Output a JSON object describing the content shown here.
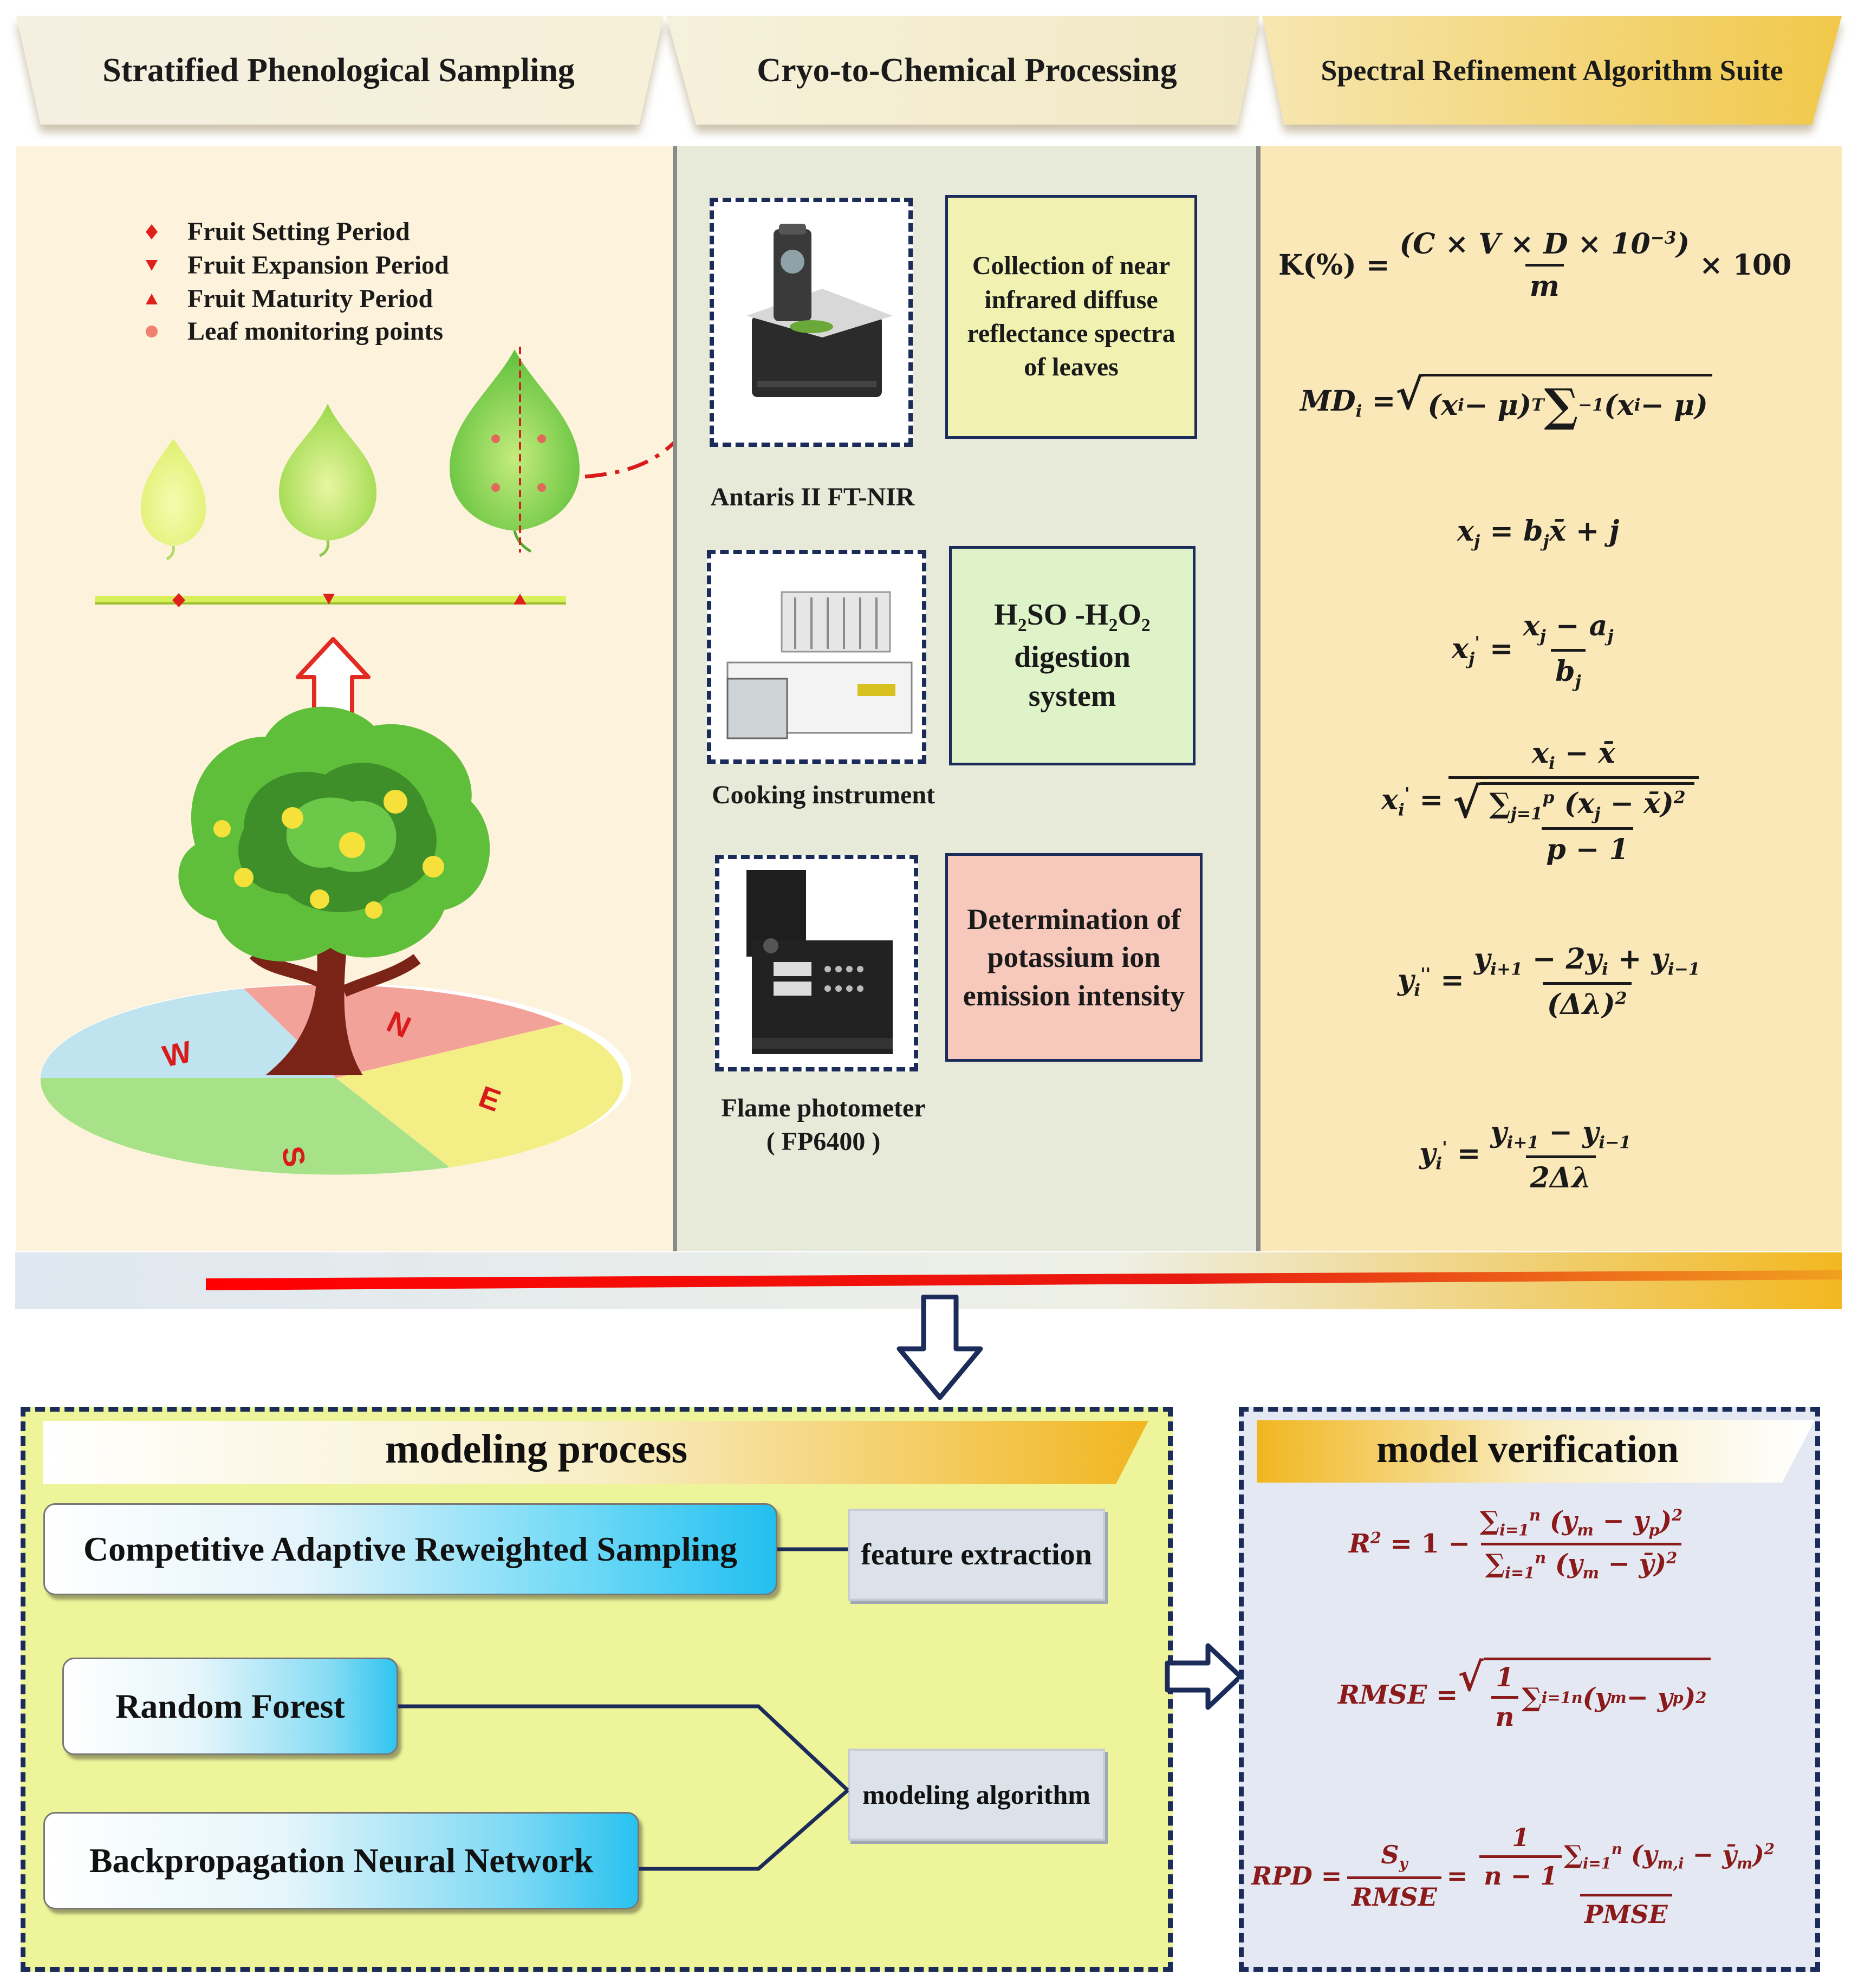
{
  "headers": {
    "sampling": "Stratified Phenological Sampling",
    "processing": "Cryo-to-Chemical Processing",
    "algorithm": "Spectral Refinement Algorithm Suite"
  },
  "legend": [
    {
      "label": "Fruit Setting Period",
      "icon": "diamond-icon"
    },
    {
      "label": "Fruit Expansion Period",
      "icon": "triangle-down-icon"
    },
    {
      "label": "Fruit Maturity Period",
      "icon": "triangle-up-icon"
    },
    {
      "label": "Leaf monitoring points",
      "icon": "dot-icon"
    }
  ],
  "compass": {
    "n": "N",
    "e": "E",
    "s": "S",
    "w": "W"
  },
  "instruments": [
    {
      "caption": "Antaris II FT-NIR",
      "note": "Collection of near infrared diffuse reflectance spectra of leaves",
      "note_color": "#f1f1b2"
    },
    {
      "caption": "Cooking instrument",
      "note_color": "#dff3c8"
    },
    {
      "caption_line1": "Flame photometer",
      "caption_line2": "( FP6400 )",
      "note": "Determination of potassium ion emission intensity",
      "note_color": "#f7c9bd"
    }
  ],
  "digestion": {
    "line1_a": "H",
    "line1_sub1": "2",
    "line1_b": "SO -H",
    "line1_sub2": "2",
    "line1_c": "O",
    "line1_sub3": "2",
    "line2": "digestion",
    "line3": "system"
  },
  "modeling": {
    "title": "modeling process",
    "cars": "Competitive Adaptive Reweighted Sampling",
    "rf": "Random Forest",
    "bpnn": "Backpropagation Neural Network",
    "feature_tag": "feature extraction",
    "algo_tag": "modeling algorithm"
  },
  "verification": {
    "title": "model verification"
  },
  "colors": {
    "panel_left": "#fdf3dc",
    "panel_mid": "#e8ead9",
    "panel_right": "#fbe8b8",
    "modeling_bg": "#eef49a",
    "verification_bg": "#e4e8f2",
    "frame_dash": "#1c2c5a",
    "button_blue": "#2fc4ef",
    "gold": "#f0c040"
  }
}
